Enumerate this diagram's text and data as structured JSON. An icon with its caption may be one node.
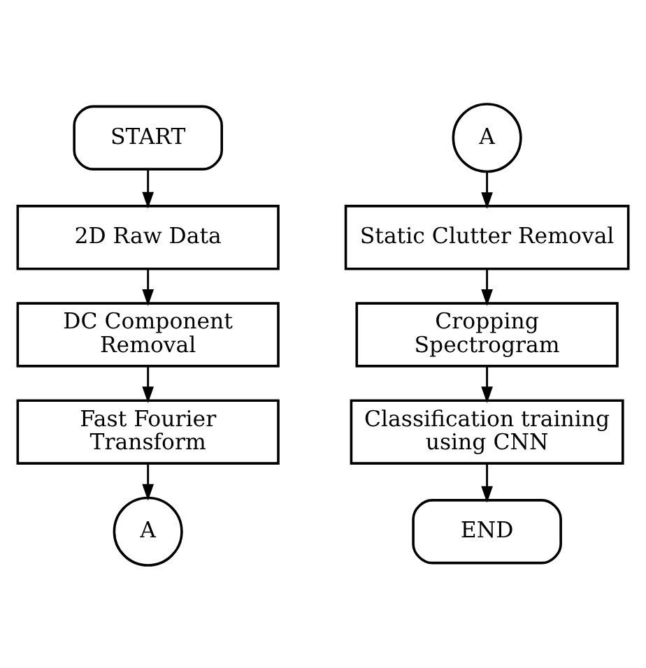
{
  "diagram": {
    "nodes": [
      {
        "text": [
          "START"
        ]
      },
      {
        "text": [
          "2D Raw Data"
        ]
      },
      {
        "text": [
          "DC Component Removal"
        ]
      },
      {
        "text": [
          "Fast Fourier Transform"
        ]
      },
      {
        "text": [
          "A"
        ]
      },
      {
        "text": [
          "A"
        ]
      },
      {
        "text": [
          "Static Clutter Removal"
        ]
      },
      {
        "text": [
          "Cropping Spectrogram"
        ]
      },
      {
        "text": [
          "Classification training using CNN"
        ]
      },
      {
        "text": [
          "END"
        ]
      }
    ],
    "edges": [
      {
        "from": 0,
        "to": 1,
        "arrow": "to"
      },
      {
        "from": 1,
        "to": 2,
        "arrow": "to"
      },
      {
        "from": 2,
        "to": 3,
        "arrow": "to"
      },
      {
        "from": 3,
        "to": 4,
        "arrow": "to"
      },
      {
        "from": 5,
        "to": 6,
        "arrow": "to"
      },
      {
        "from": 6,
        "to": 7,
        "arrow": "to"
      },
      {
        "from": 7,
        "to": 8,
        "arrow": "to"
      },
      {
        "from": 8,
        "to": 9,
        "arrow": "to"
      }
    ]
  }
}
